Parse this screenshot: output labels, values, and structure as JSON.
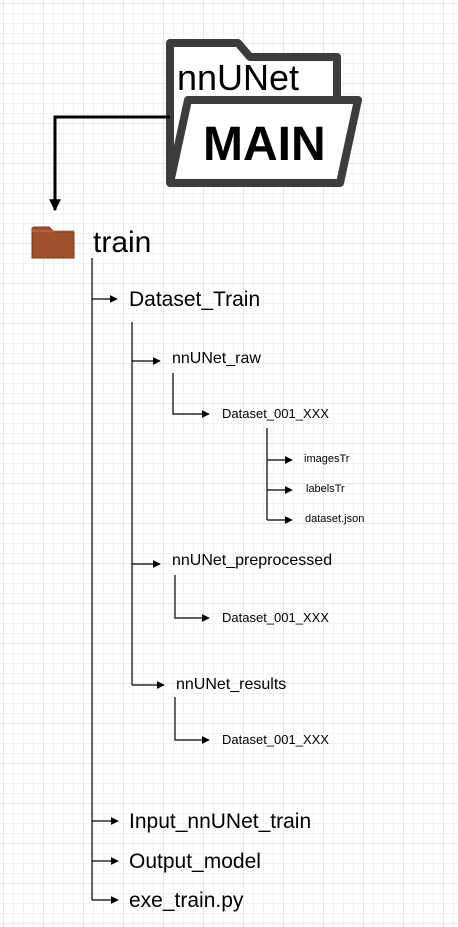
{
  "root_folder": {
    "title": "nnUNet",
    "subtitle": "MAIN"
  },
  "tree": {
    "root": "train",
    "dataset_train": "Dataset_Train",
    "nnunet_raw": "nnUNet_raw",
    "raw_dataset": "Dataset_001_XXX",
    "images_tr": "imagesTr",
    "labels_tr": "labelsTr",
    "dataset_json": "dataset.json",
    "nnunet_preprocessed": "nnUNet_preprocessed",
    "preprocessed_dataset": "Dataset_001_XXX",
    "nnunet_results": "nnUNet_results",
    "results_dataset": "Dataset_001_XXX",
    "input_train": "Input_nnUNet_train",
    "output_model": "Output_model",
    "exe_train": "exe_train.py"
  },
  "icons": {
    "main_folder": "folder-icon",
    "train_folder": "folder-icon"
  },
  "colors": {
    "folder_outline": "#3c3c3c",
    "train_folder": "#a0522d",
    "connector": "#000000"
  }
}
